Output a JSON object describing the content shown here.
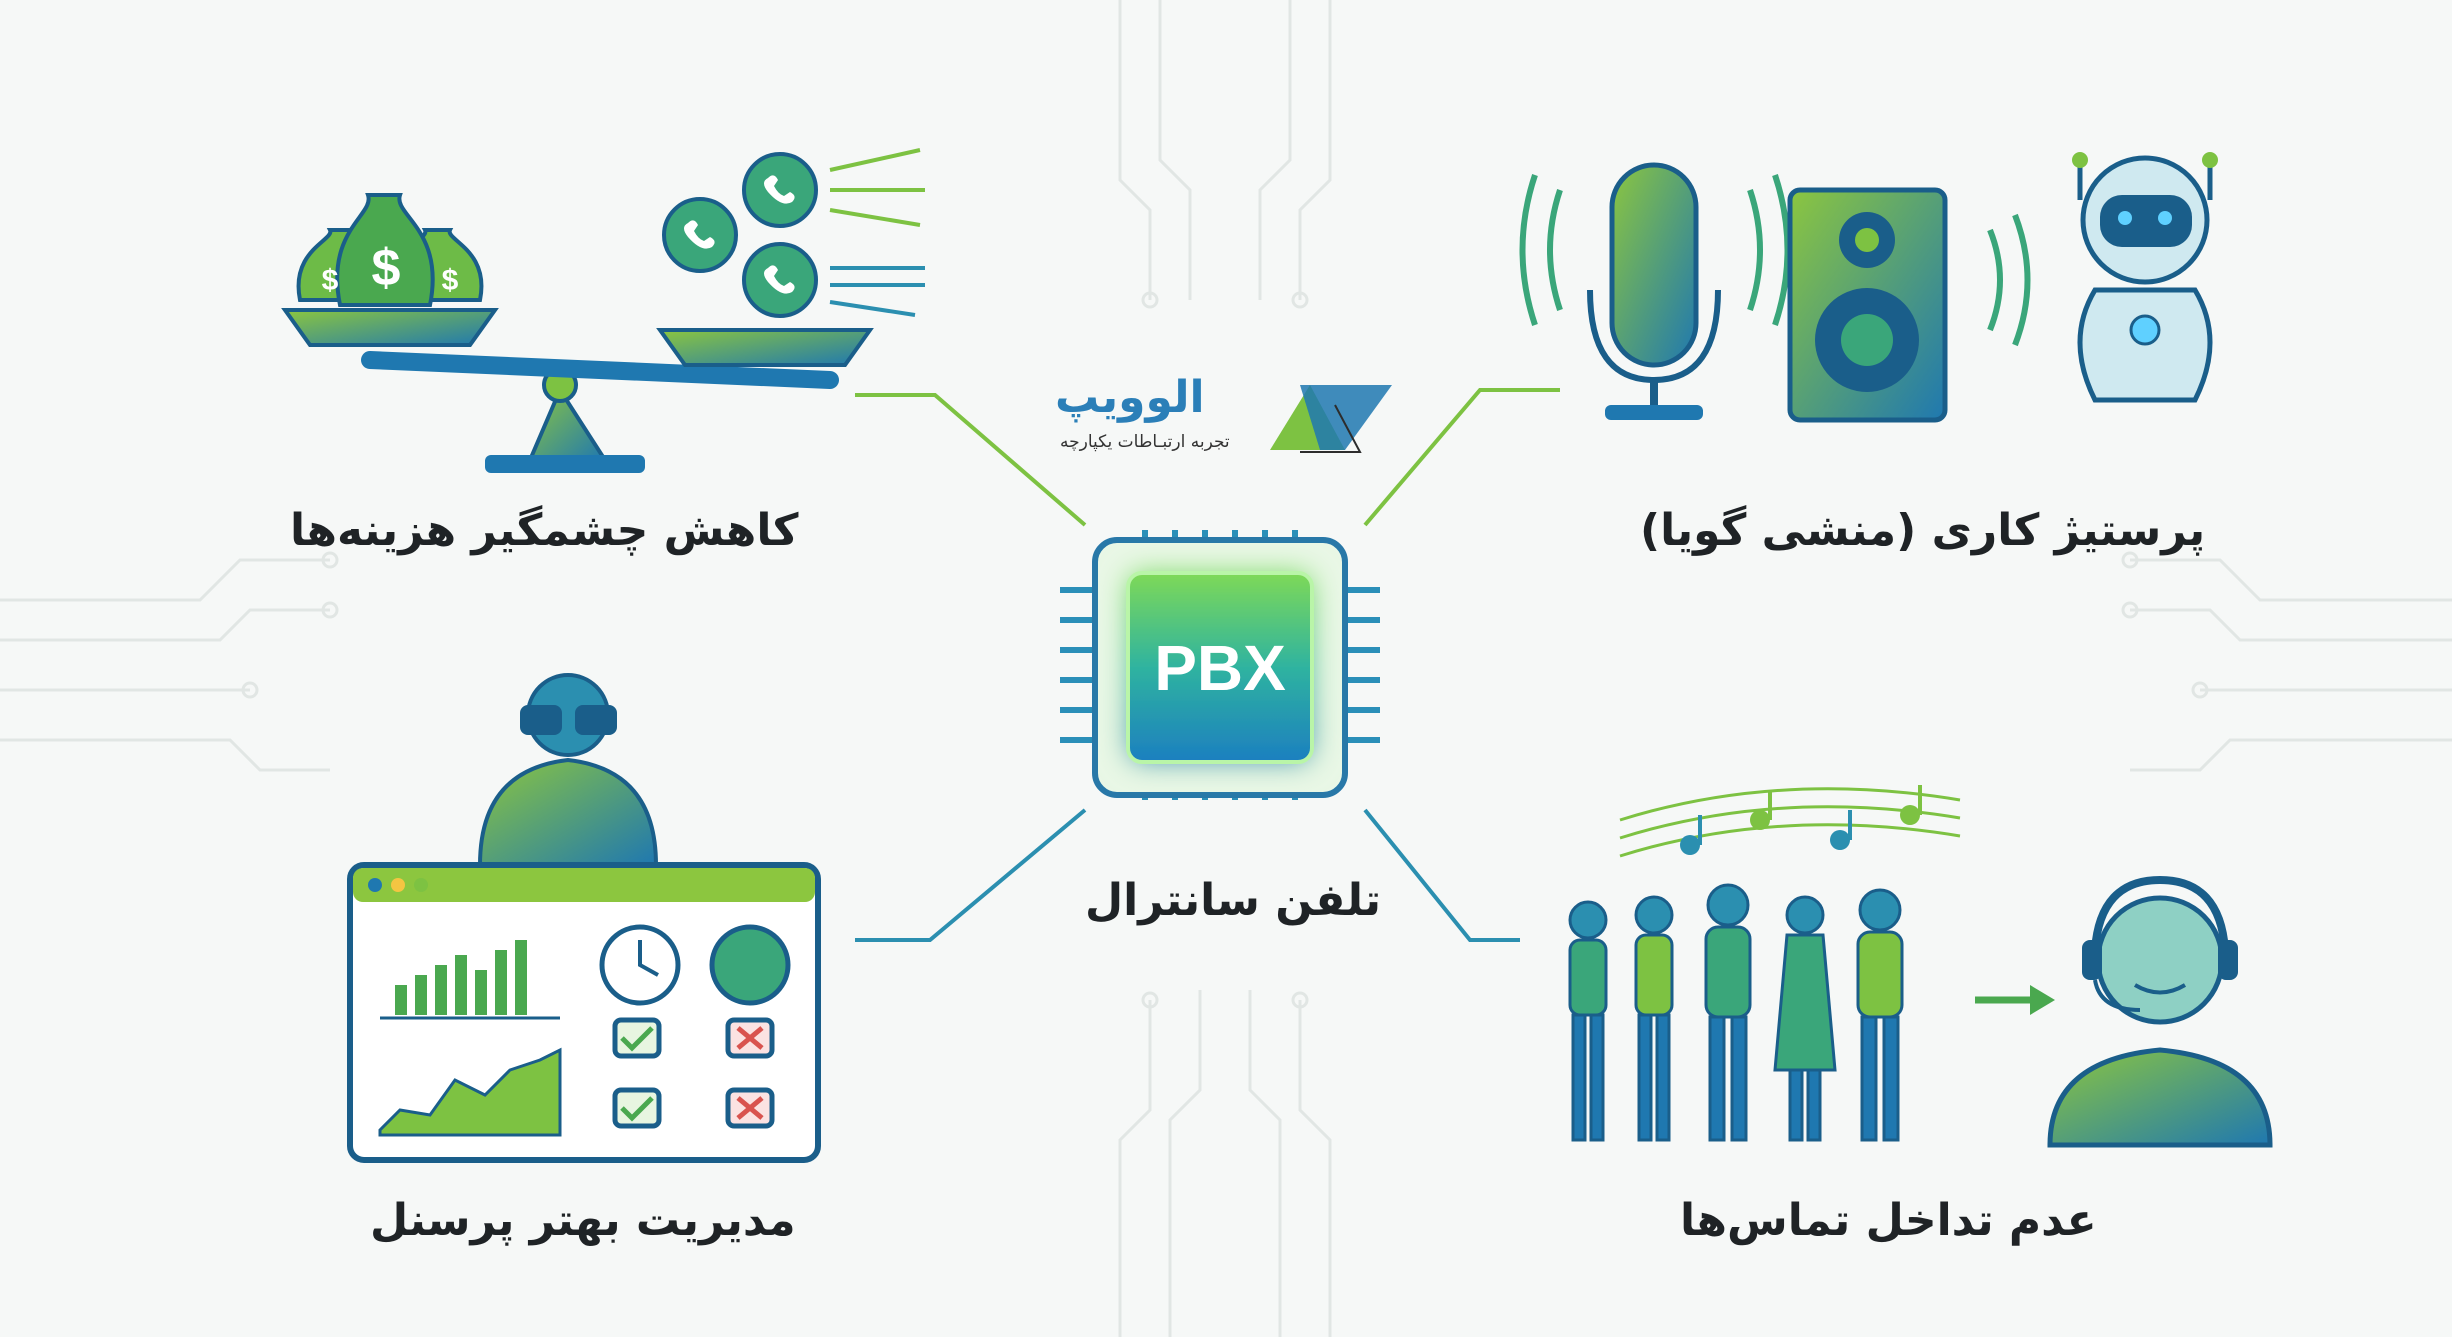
{
  "center": {
    "chip_text": "PBX",
    "label": "تلفن سانترال"
  },
  "logo": {
    "name": "الو‌ویپ",
    "tagline": "تجربه ارتبـاطات یکپارچه"
  },
  "nodes": {
    "cost": "کاهش چشمگیر هزینه‌ها",
    "prestige": "پرستیژ کاری (منشی گویا)",
    "management": "مدیریت بهتر پرسنل",
    "no_interference": "عدم تداخل تماس‌ها"
  },
  "colors": {
    "green": "#7dc242",
    "blue": "#1f78b0",
    "teal": "#1d9a8a",
    "text": "#1f2326"
  }
}
